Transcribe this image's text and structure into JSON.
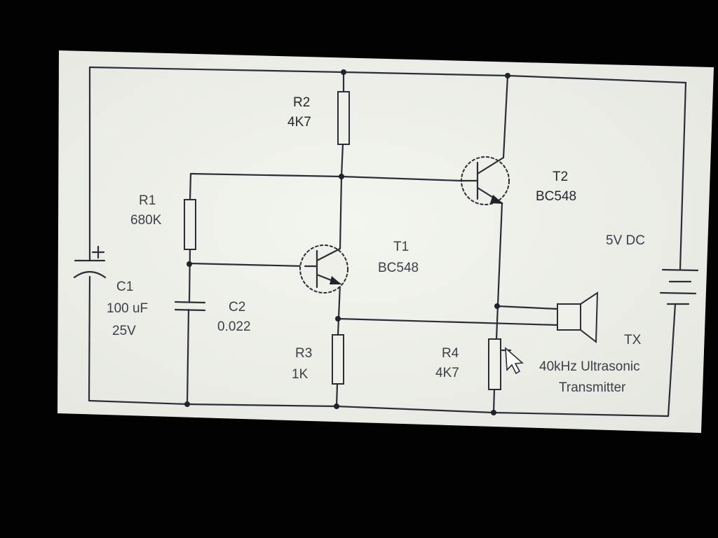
{
  "components": {
    "r1": {
      "name": "R1",
      "value": "680K"
    },
    "r2": {
      "name": "R2",
      "value": "4K7"
    },
    "r3": {
      "name": "R3",
      "value": "1K"
    },
    "r4": {
      "name": "R4",
      "value": "4K7"
    },
    "c1": {
      "name": "C1",
      "value": "100 uF",
      "rating": "25V"
    },
    "c2": {
      "name": "C2",
      "value": "0.022"
    },
    "t1": {
      "name": "T1",
      "model": "BC548"
    },
    "t2": {
      "name": "T2",
      "model": "BC548"
    },
    "battery": {
      "label": "5V DC"
    },
    "tx": {
      "name": "TX",
      "line1": "40kHz Ultrasonic",
      "line2": "Transmitter"
    }
  },
  "colors": {
    "paper": "#eef0e9",
    "ink": "#2a2e38",
    "backdrop": "#000000"
  },
  "icons": {
    "pointer": "mouse-cursor-icon"
  }
}
